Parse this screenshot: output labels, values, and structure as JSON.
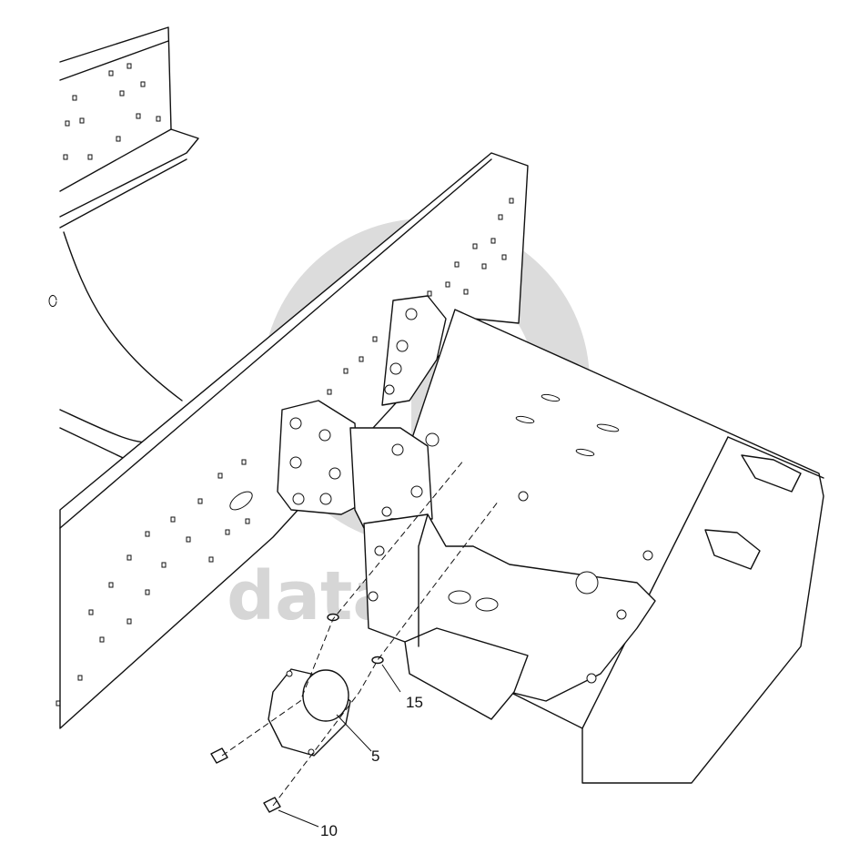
{
  "watermark": {
    "text": "data-parts",
    "color": "#d6d6d6"
  },
  "callouts": [
    {
      "id": "5",
      "label": "5"
    },
    {
      "id": "10",
      "label": "10"
    },
    {
      "id": "15",
      "label": "15"
    }
  ]
}
